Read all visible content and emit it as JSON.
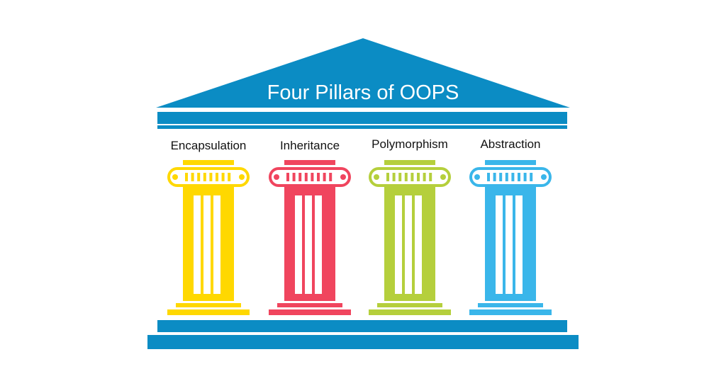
{
  "title": "Four Pillars of OOPS",
  "colors": {
    "structure": "#0b8cc4",
    "label_text": "#111111",
    "title_text": "#ffffff"
  },
  "pillars": [
    {
      "label": "Encapsulation",
      "color": "#ffd800"
    },
    {
      "label": "Inheritance",
      "color": "#f0455e"
    },
    {
      "label": "Polymorphism",
      "color": "#b5cf3c"
    },
    {
      "label": "Abstraction",
      "color": "#3ab6ea"
    }
  ]
}
